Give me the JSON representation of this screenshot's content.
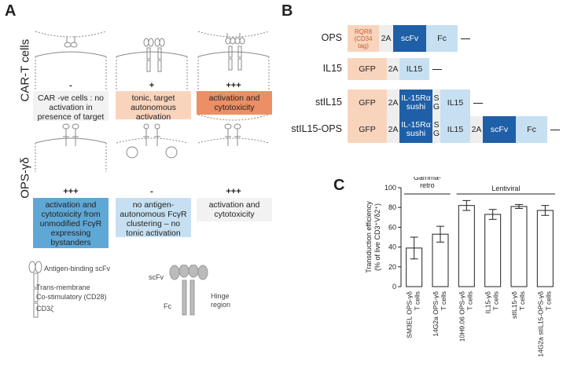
{
  "panelA": {
    "letter": "A",
    "rows": [
      "CAR-T cells",
      "OPS-γδ"
    ],
    "car": [
      {
        "sign": "-",
        "text": "CAR -ve cells : no activation in presence of target",
        "bg": "#f2f2f2"
      },
      {
        "sign": "+",
        "text": "tonic, target autonomous activation",
        "bg": "#f9d4bd"
      },
      {
        "sign": "+++",
        "text": "activation and cytotoxicity",
        "bg": "#ec8f66"
      }
    ],
    "ops": [
      {
        "sign": "+++",
        "text": "activation and cytotoxicity from unmodified FcγR expressing bystanders",
        "bg": "#5fa8d6"
      },
      {
        "sign": "-",
        "text": "no antigen-autonomous FcγR clustering – no tonic activation",
        "bg": "#c6e0f2"
      },
      {
        "sign": "+++",
        "text": "activation and cytotoxicity",
        "bg": "#f2f2f2"
      }
    ],
    "legend": {
      "binding": "Antigen-binding scFv",
      "trans": "Trans-membrane",
      "costim": "Co-stimulatory (CD28)",
      "cd3": "CD3ζ",
      "scfv": "scFv",
      "fc": "Fc",
      "hinge1": "Hinge",
      "hinge2": "region"
    }
  },
  "panelB": {
    "letter": "B",
    "constructs": [
      {
        "name": "OPS",
        "segments": [
          {
            "label": "RQR8\n(CD34\ntag)",
            "color": "#f9d4bd",
            "tc": "#c0612f",
            "small": true
          },
          {
            "label": "2A",
            "color": "#eeeeee",
            "tc": "#222"
          },
          {
            "label": "scFv",
            "color": "#1f5fa8",
            "tc": "#ffffff"
          },
          {
            "label": "Fc",
            "color": "#c6e0f2",
            "tc": "#222"
          }
        ]
      },
      {
        "name": "IL15",
        "segments": [
          {
            "label": "GFP",
            "color": "#f9d4bd",
            "tc": "#222"
          },
          {
            "label": "2A",
            "color": "#eeeeee",
            "tc": "#222"
          },
          {
            "label": "IL15",
            "color": "#c6e0f2",
            "tc": "#222"
          }
        ]
      },
      {
        "name": "stIL15",
        "segments": [
          {
            "label": "GFP",
            "color": "#f9d4bd",
            "tc": "#222"
          },
          {
            "label": "2A",
            "color": "#eeeeee",
            "tc": "#222"
          },
          {
            "label": "IL-15Rα\nsushi",
            "color": "#1f5fa8",
            "tc": "#ffffff"
          },
          {
            "label": "S\nG",
            "color": "#eeeeee",
            "tc": "#222"
          },
          {
            "label": "IL15",
            "color": "#c6e0f2",
            "tc": "#222"
          }
        ]
      },
      {
        "name": "stIL15-OPS",
        "segments": [
          {
            "label": "GFP",
            "color": "#f9d4bd",
            "tc": "#222"
          },
          {
            "label": "2A",
            "color": "#eeeeee",
            "tc": "#222"
          },
          {
            "label": "IL-15Rα\nsushi",
            "color": "#1f5fa8",
            "tc": "#ffffff"
          },
          {
            "label": "S\nG",
            "color": "#eeeeee",
            "tc": "#222"
          },
          {
            "label": "IL15",
            "color": "#c6e0f2",
            "tc": "#222"
          },
          {
            "label": "2A",
            "color": "#eeeeee",
            "tc": "#222"
          },
          {
            "label": "scFv",
            "color": "#1f5fa8",
            "tc": "#ffffff"
          },
          {
            "label": "Fc",
            "color": "#c6e0f2",
            "tc": "#222"
          }
        ]
      }
    ]
  },
  "panelC": {
    "letter": "C",
    "chart_data": {
      "type": "bar",
      "ylabel": "Transduction efficiency\n(% of live CD3⁺Vδ2⁺)",
      "ylim": [
        0,
        100
      ],
      "yticks": [
        0,
        20,
        40,
        60,
        80,
        100
      ],
      "groups": [
        {
          "label": "Gamma-\nretro",
          "from": 0,
          "to": 1
        },
        {
          "label": "Lentiviral",
          "from": 2,
          "to": 5
        }
      ],
      "categories": [
        "SM3EL OPS-γδ\nT cells",
        "14G2a OPS-γδ\nT cells",
        "10H9.06 OPS-γδ\nT cells",
        "IL15-γδ\nT cells",
        "stIL15-γδ\nT cells",
        "14G2a stIL15-OPS-γδ\nT cells"
      ],
      "values": [
        39,
        53,
        82,
        73,
        81,
        77
      ],
      "errors": [
        11,
        8,
        5,
        5,
        2,
        5
      ]
    }
  }
}
